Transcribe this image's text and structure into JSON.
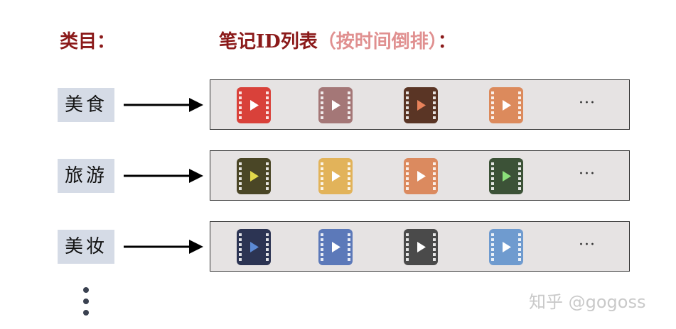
{
  "header": {
    "left": "类目：",
    "right_main": "笔记ID列表",
    "right_paren": "（按时间倒排）",
    "right_colon": "："
  },
  "rows": [
    {
      "category": "美食",
      "icons": [
        "#d9413a",
        "#a47777",
        "#5a3525",
        "#dc8a5c"
      ],
      "play": [
        "#ffffff",
        "#ffffff",
        "#e8825a",
        "#ffffff"
      ],
      "more": "···"
    },
    {
      "category": "旅游",
      "icons": [
        "#4a4626",
        "#e2b35a",
        "#db8a5f",
        "#3c5237"
      ],
      "play": [
        "#e2d94a",
        "#ffffff",
        "#ffffff",
        "#8be07a"
      ],
      "more": "···"
    },
    {
      "category": "美妆",
      "icons": [
        "#2c3453",
        "#5c79b9",
        "#4a4a4a",
        "#6f9bcf"
      ],
      "play": [
        "#5c8ad6",
        "#ffffff",
        "#ffffff",
        "#ffffff"
      ],
      "more": "···"
    }
  ],
  "colors": {
    "header": "#8b1a1a",
    "header_paren": "#e09090",
    "category_bg": "#d5dbe6",
    "panel_bg": "#e6e3e3"
  },
  "watermark": "知乎 @gogoss"
}
